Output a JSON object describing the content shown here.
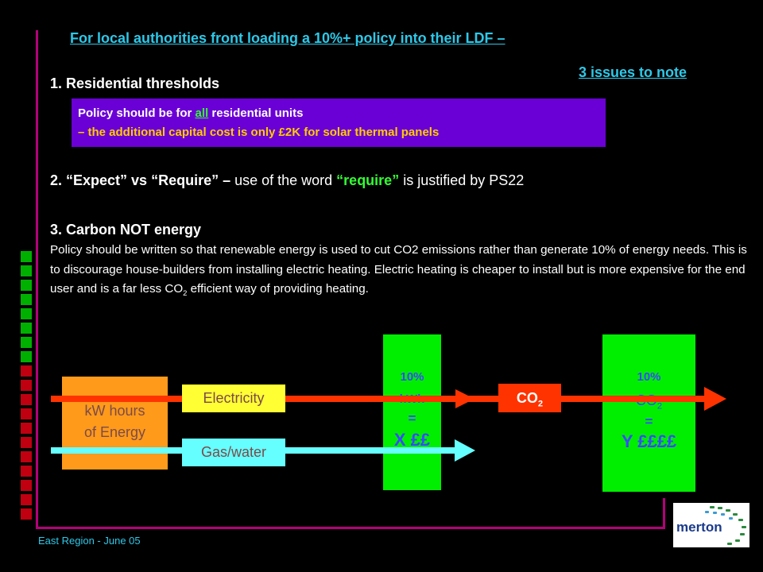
{
  "header": {
    "title": "For local authorities front loading a 10%+ policy into their LDF –",
    "issues_link": "3 issues to note"
  },
  "section1": {
    "heading": "1. Residential thresholds",
    "box_line1_a": "Policy should be for ",
    "box_line1_all": "all",
    "box_line1_b": " residential units",
    "box_line2": "– the additional capital cost is only £2K for solar thermal panels"
  },
  "section2": {
    "part_bold": "2. “Expect” vs “Require” –",
    "part_text1": " use of the word ",
    "part_green": "“require”",
    "part_text2": " is justified by PS22"
  },
  "section3": {
    "heading": "3. Carbon NOT energy",
    "paragraph_main": "Policy should be written so that renewable energy is used to cut CO2 emissions rather than generate 10% of energy needs. This is to discourage house-builders from installing electric heating. Electric heating is cheaper to install but is more expensive for the end user and is a far less CO",
    "paragraph_sub": "2",
    "paragraph_end": " efficient way of providing heating."
  },
  "diagram": {
    "energy_box_line1": "kW hours",
    "energy_box_line2": "of Energy",
    "electricity_label": "Electricity",
    "gas_label": "Gas/water",
    "box1_pct": "10%",
    "box1_unit": "kWh",
    "box1_eq": "=",
    "box1_cost": "X ££",
    "co2_label": "CO",
    "co2_sub": "2",
    "box2_pct": "10%",
    "box2_unit": "CO",
    "box2_unit_sub": "2",
    "box2_eq": "=",
    "box2_cost": "Y ££££"
  },
  "footer": {
    "text": "East Region - June 05",
    "logo_text": "merton"
  },
  "colors": {
    "accent_cyan": "#2ec8e8",
    "frame_magenta": "#b4007a",
    "purple_box": "#6a00d6",
    "arrow_red": "#ff3300",
    "arrow_cyan": "#66ffff"
  }
}
